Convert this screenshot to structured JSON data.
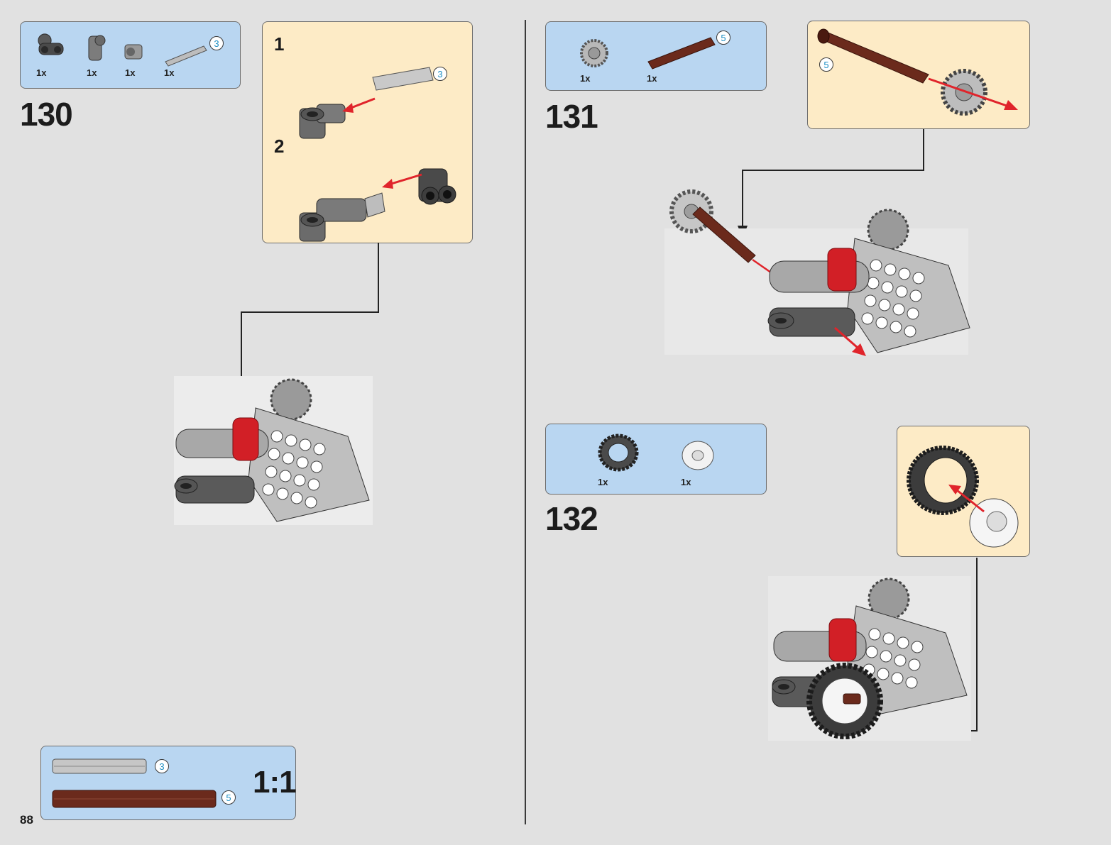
{
  "page": {
    "number": "88"
  },
  "steps": [
    {
      "number": "130",
      "parts": [
        {
          "icon": "beam-connector-icon",
          "qty": "1x"
        },
        {
          "icon": "axle-connector-icon",
          "qty": "1x"
        },
        {
          "icon": "bush-icon",
          "qty": "1x"
        },
        {
          "icon": "axle-3-icon",
          "qty": "1x",
          "length": "3"
        }
      ],
      "substeps": [
        {
          "label": "1",
          "axle_length": "3"
        },
        {
          "label": "2"
        }
      ]
    },
    {
      "number": "131",
      "parts": [
        {
          "icon": "gear-icon",
          "qty": "1x"
        },
        {
          "icon": "axle-5-icon",
          "qty": "1x",
          "length": "5"
        }
      ],
      "sub_axle_length": "5"
    },
    {
      "number": "132",
      "parts": [
        {
          "icon": "tire-icon",
          "qty": "1x"
        },
        {
          "icon": "wheel-rim-icon",
          "qty": "1x"
        }
      ]
    }
  ],
  "scale_box": {
    "label": "1:1",
    "items": [
      {
        "icon": "axle-3-icon",
        "length": "3"
      },
      {
        "icon": "axle-5-icon",
        "length": "5"
      }
    ]
  },
  "colors": {
    "parts_bg": "#b9d6f1",
    "substep_bg": "#fdebc6",
    "arrow_red": "#e0242b",
    "axle_brown": "#6b2a1c",
    "highlight_red": "#d21f26"
  }
}
